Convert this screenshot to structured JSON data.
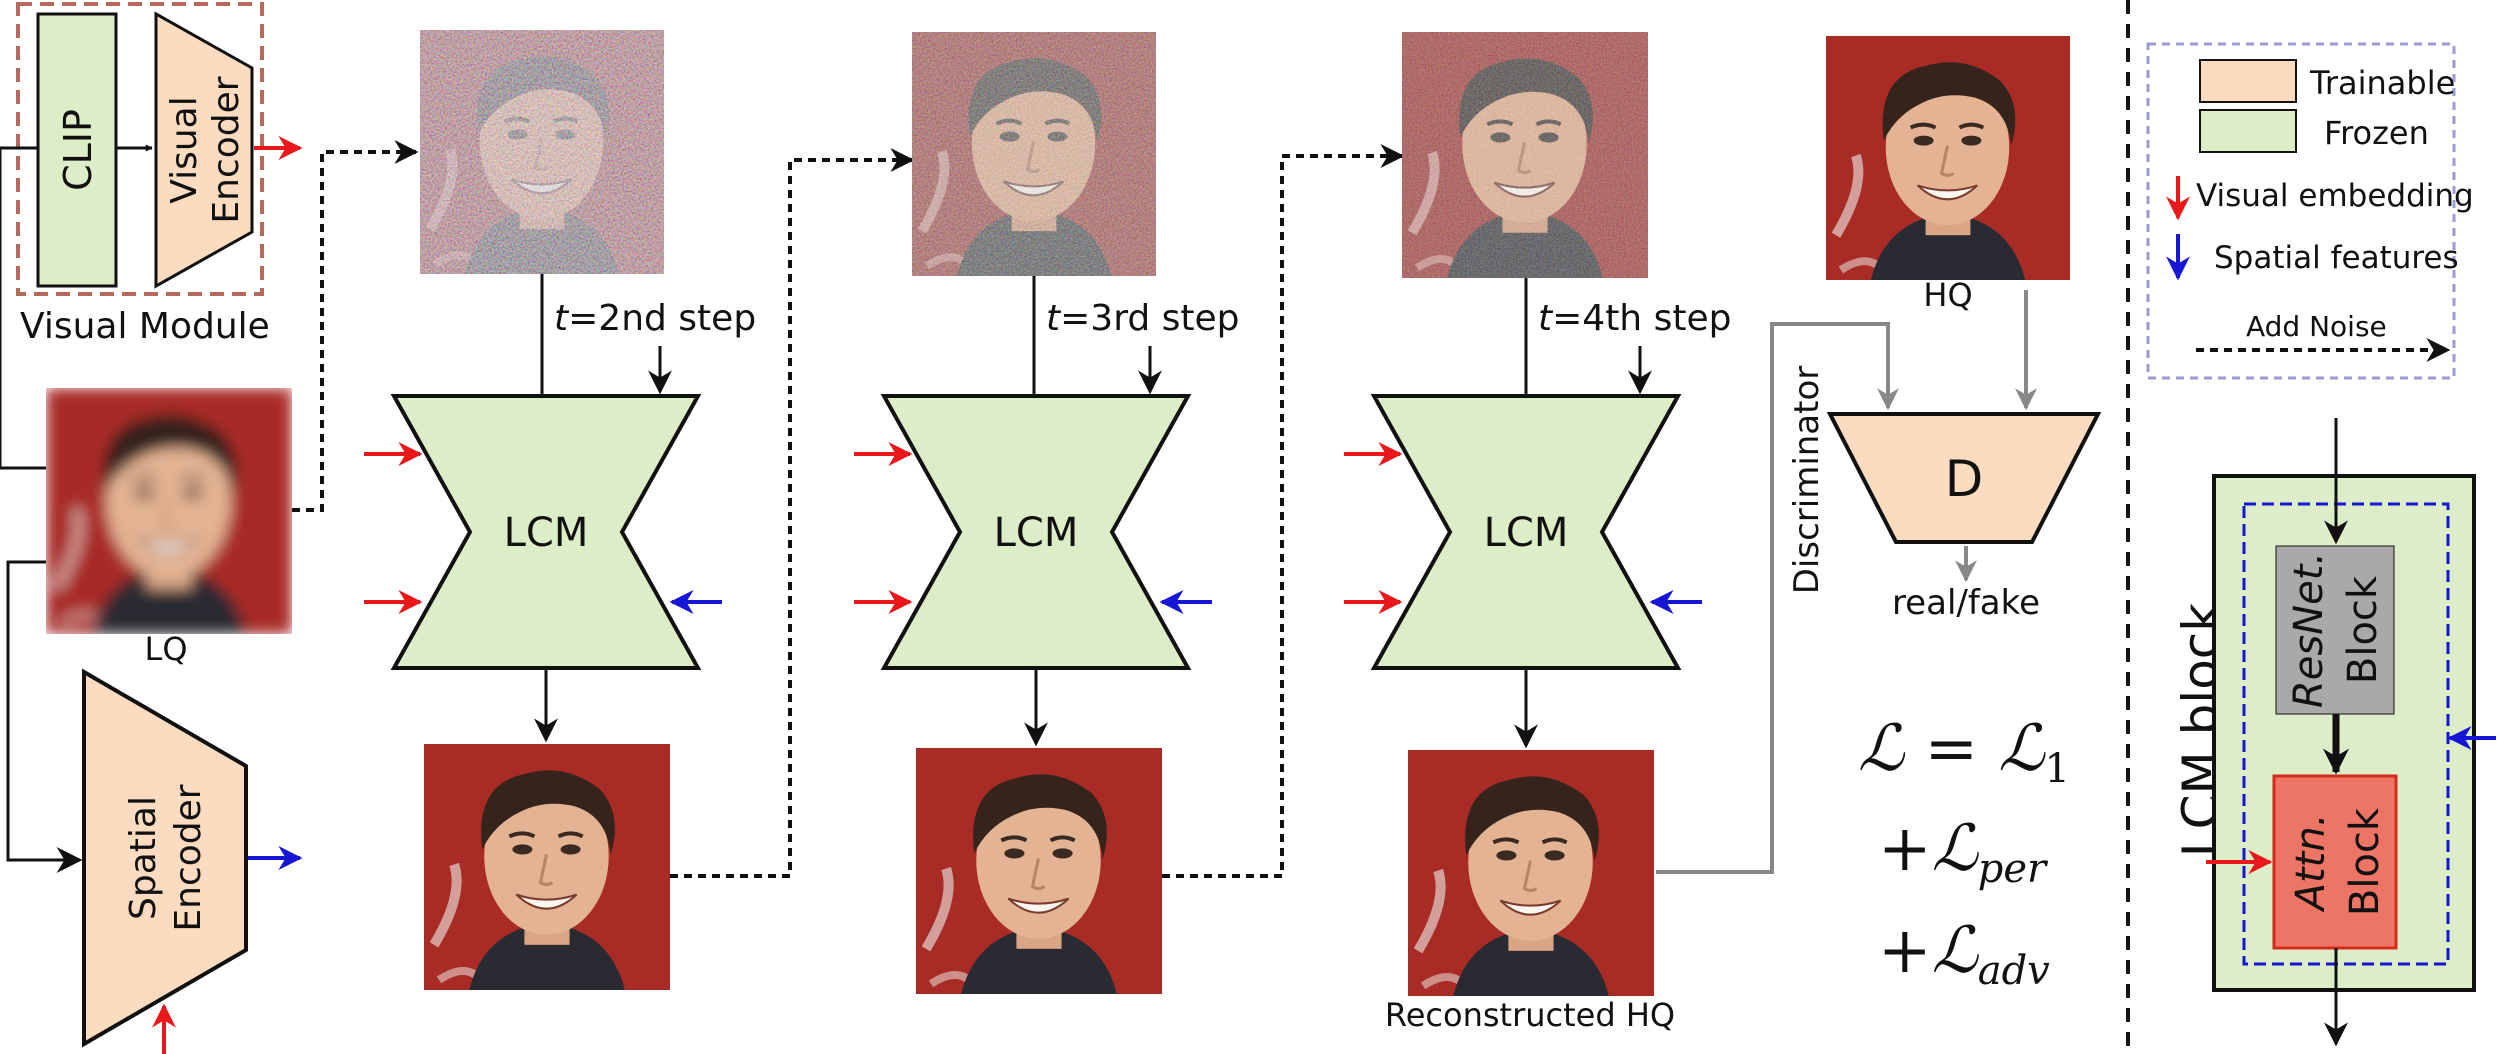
{
  "colors": {
    "trainable": "#fbdcc0",
    "frozen": "#dcedc8",
    "visual_embedding": "#e8181b",
    "spatial_features": "#1616d4",
    "resnet_block": "#a9a9a9",
    "attn_block": "#ed7565",
    "face_bg": "#a82b26",
    "skin": "#e3b393",
    "hair": "#35231c"
  },
  "visual_module": {
    "title": "Visual Module",
    "clip_label": "CLIP",
    "encoder_line1": "Visual",
    "encoder_line2": "Encoder"
  },
  "lq_label": "LQ",
  "spatial_encoder": {
    "line1": "Spatial",
    "line2": "Encoder"
  },
  "steps": [
    {
      "t": "t",
      "rest": "=2nd step",
      "lcm": "LCM"
    },
    {
      "t": "t",
      "rest": "=3rd step",
      "lcm": "LCM"
    },
    {
      "t": "t",
      "rest": "=4th step",
      "lcm": "LCM"
    }
  ],
  "reconstructed_label": "Reconstructed HQ",
  "hq_label": "HQ",
  "discriminator": {
    "side_label": "Discriminator",
    "box_label": "D",
    "output_label": "real/fake"
  },
  "loss": {
    "line1": {
      "L": "ℒ",
      "eq": " = ",
      "rhs": "ℒ",
      "sub": "1"
    },
    "line2": {
      "plus": "+",
      "L": "ℒ",
      "sub": "per"
    },
    "line3": {
      "plus": "+",
      "L": "ℒ",
      "sub": "adv"
    }
  },
  "legend": {
    "trainable": "Trainable",
    "frozen": "Frozen",
    "visual_embedding": "Visual embedding",
    "spatial_features": "Spatial features",
    "add_noise": "Add Noise"
  },
  "lcm_block": {
    "title": "LCM block",
    "resnet_line1": "ResNet.",
    "resnet_line2": "Block",
    "attn_line1": "Attn.",
    "attn_line2": "Block"
  }
}
